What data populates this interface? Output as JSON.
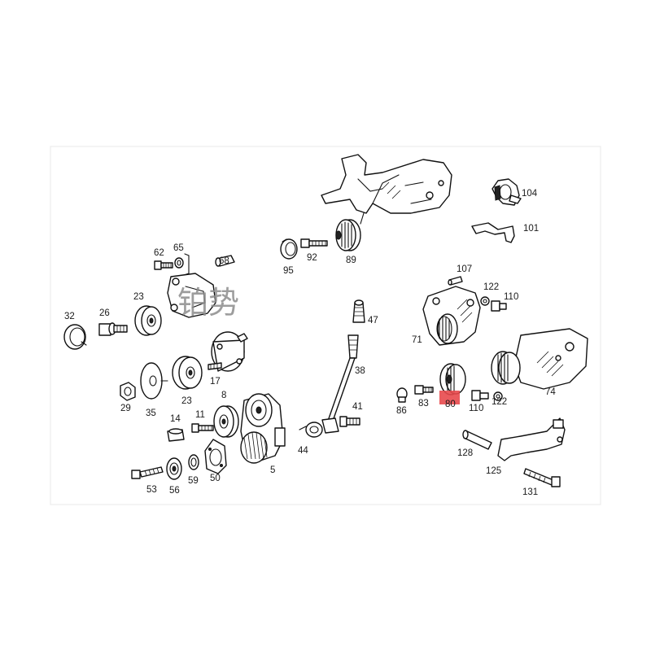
{
  "watermark": "铂势",
  "highlight": {
    "part": "80",
    "color": "#e8494c"
  },
  "labels": {
    "l104": "104",
    "l101": "101",
    "l95": "95",
    "l92": "92",
    "l89": "89",
    "l62": "62",
    "l65": "65",
    "l68": "68",
    "l107": "107",
    "l122a": "122",
    "l110a": "110",
    "l23a": "23",
    "l32": "32",
    "l26": "26",
    "l47": "47",
    "l71": "71",
    "l17": "17",
    "l38": "38",
    "l74": "74",
    "l29": "29",
    "l35": "35",
    "l23b": "23",
    "l8": "8",
    "l86": "86",
    "l83": "83",
    "l80": "80",
    "l110b": "110",
    "l122b": "122",
    "l41": "41",
    "l14": "14",
    "l11": "11",
    "l44": "44",
    "l128": "128",
    "l125": "125",
    "l53": "53",
    "l56": "56",
    "l59": "59",
    "l50": "50",
    "l5": "5",
    "l131": "131"
  }
}
